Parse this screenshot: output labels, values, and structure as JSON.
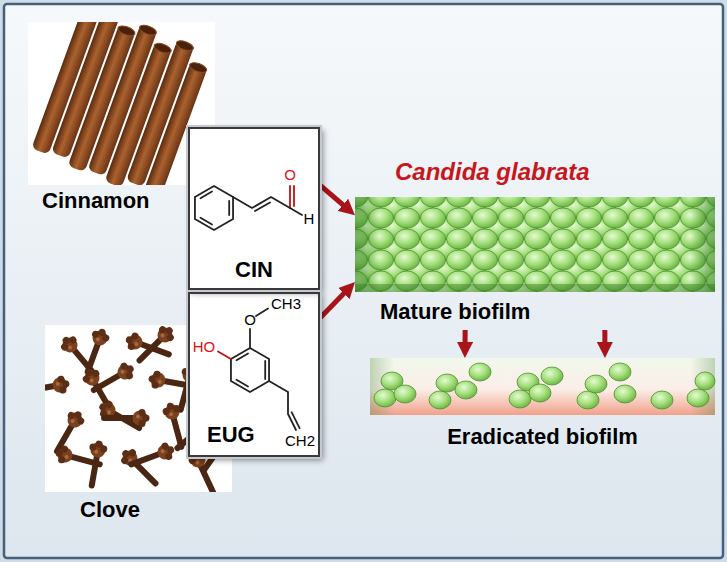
{
  "diagram": {
    "nodes": [
      {
        "text": [
          "CIN"
        ]
      },
      {
        "text": [
          "EUG"
        ]
      },
      {
        "text": [
          "Mature biofilm"
        ]
      },
      {
        "text": [
          "Eradicated biofilm"
        ]
      }
    ],
    "edges": [
      {
        "from": 0,
        "to": 2,
        "arrow": "to"
      },
      {
        "from": 1,
        "to": 2,
        "arrow": "to"
      },
      {
        "from": 2,
        "to": 3,
        "arrow": "to"
      },
      {
        "from": 2,
        "to": 3,
        "arrow": "to"
      }
    ],
    "labels": [
      "Cinnamon",
      "Clove",
      "Candida glabrata",
      "O",
      "H",
      "HO",
      "O",
      "CH3",
      "CH2"
    ]
  }
}
